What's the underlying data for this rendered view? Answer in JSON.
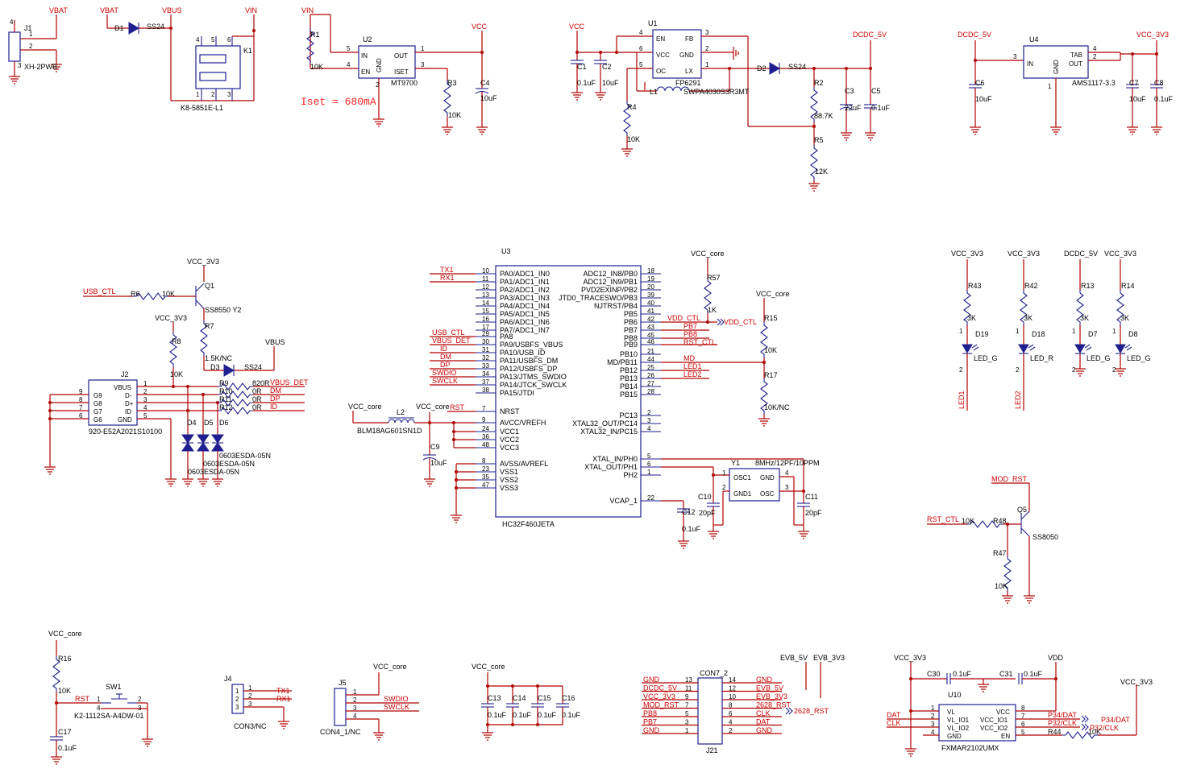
{
  "nets": {
    "vbat": "VBAT",
    "vbus": "VBUS",
    "vin": "VIN",
    "vcc": "VCC",
    "dcdc5v": "DCDC_5V",
    "vcc3v3": "VCC_3V3",
    "vcccore": "VCC_core",
    "vdd": "VDD",
    "vddctl": "VDD_CTL",
    "tx1": "TX1",
    "rx1": "RX1",
    "usbctl": "USB_CTL",
    "vbusdet": "VBUS_DET",
    "id": "ID",
    "dm": "DM",
    "dp": "DP",
    "swdio": "SWDIO",
    "swclk": "SWCLK",
    "rst": "RST",
    "pb7": "PB7",
    "pb8": "PB8",
    "rstctl": "RST_CTL",
    "md": "MD",
    "led1": "LED1",
    "led2": "LED2",
    "modrst": "MOD_RST",
    "evb5v": "EVB_5V",
    "evb3v3": "EVB_3V3",
    "rst2628": "2628_RST",
    "clk": "CLK",
    "dat": "DAT",
    "gnd": "GND",
    "p34dat": "P34/DAT",
    "p32clk": "P32/CLK"
  },
  "iset_note": "Iset = 680mA",
  "components": {
    "j1": {
      "ref": "J1",
      "value": "XH-2PWB"
    },
    "d1": {
      "ref": "D1",
      "value": "SS24"
    },
    "k1": {
      "ref": "K1",
      "value": "K8-5851E-L1"
    },
    "r1": {
      "ref": "R1",
      "value": "10K"
    },
    "u2": {
      "ref": "U2",
      "value": "MT9700",
      "pins": {
        "in": "IN",
        "en": "EN",
        "gnd": "GND",
        "out": "OUT",
        "iset": "ISET"
      }
    },
    "r3": {
      "ref": "R3",
      "value": "10K"
    },
    "c4": {
      "ref": "C4",
      "value": "10uF"
    },
    "c1": {
      "ref": "C1",
      "value": "0.1uF"
    },
    "c2": {
      "ref": "C2",
      "value": "10uF"
    },
    "u1": {
      "ref": "U1",
      "value": "FP6291",
      "pins": {
        "en": "EN",
        "vcc": "VCC",
        "oc": "OC",
        "fb": "FB",
        "gnd": "GND",
        "lx": "LX"
      }
    },
    "l1": {
      "ref": "L1",
      "value": "SWPA4030S3R3MT"
    },
    "r4": {
      "ref": "R4",
      "value": "10K"
    },
    "d2": {
      "ref": "D2",
      "value": "SS24"
    },
    "r2": {
      "ref": "R2",
      "value": "88.7K"
    },
    "r5": {
      "ref": "R5",
      "value": "12K"
    },
    "c3": {
      "ref": "C3",
      "value": "22uF"
    },
    "c5": {
      "ref": "C5",
      "value": "0.1uF"
    },
    "u4": {
      "ref": "U4",
      "value": "AMS1117-3.3",
      "pins": {
        "in": "IN",
        "gnd": "GND",
        "tab": "TAB",
        "out": "OUT"
      }
    },
    "c6": {
      "ref": "C6",
      "value": "10uF"
    },
    "c7": {
      "ref": "C7",
      "value": "10uF"
    },
    "c8": {
      "ref": "C8",
      "value": "0.1uF"
    },
    "q1": {
      "ref": "Q1",
      "value": "SS8550 Y2"
    },
    "r6": {
      "ref": "R6",
      "value": "10K"
    },
    "r7": {
      "ref": "R7",
      "value": "1.5K/NC"
    },
    "r8": {
      "ref": "R8",
      "value": "10K"
    },
    "d3": {
      "ref": "D3",
      "value": "SS24"
    },
    "r9": {
      "ref": "R9",
      "value": "820R"
    },
    "r10": {
      "ref": "R10",
      "value": "0R"
    },
    "r11": {
      "ref": "R11",
      "value": "0R"
    },
    "r12": {
      "ref": "R12",
      "value": "0R"
    },
    "j2": {
      "ref": "J2",
      "value": "920-E52A2021S10100",
      "pins": {
        "vbus": "VBUS",
        "dm": "D-",
        "dp": "D+",
        "id": "ID",
        "gnd": "GND",
        "g9": "G9",
        "g8": "G8",
        "g7": "G7",
        "g6": "G6"
      }
    },
    "d4": {
      "ref": "D4",
      "value": "0603ESDA-05N"
    },
    "d5": {
      "ref": "D5",
      "value": "0603ESDA-05N"
    },
    "d6": {
      "ref": "D6",
      "value": "0603ESDA-05N"
    },
    "u3": {
      "ref": "U3",
      "value": "HC32F460JETA"
    },
    "l2": {
      "ref": "L2",
      "value": "BLM18AG601SN1D"
    },
    "c9": {
      "ref": "C9",
      "value": "10uF"
    },
    "r57": {
      "ref": "R57",
      "value": "1K"
    },
    "r15": {
      "ref": "R15",
      "value": "10K"
    },
    "r17": {
      "ref": "R17",
      "value": "10K/NC"
    },
    "y1": {
      "ref": "Y1",
      "value": "8MHz/12PF/10PPM",
      "pins": {
        "osc1": "OSC1",
        "gnd": "GND",
        "gnd1": "GND1",
        "osc": "OSC"
      }
    },
    "c10": {
      "ref": "C10",
      "value": "20pF"
    },
    "c11": {
      "ref": "C11",
      "value": "20pF"
    },
    "c12": {
      "ref": "C12",
      "value": "0.1uF"
    },
    "r43": {
      "ref": "R43",
      "value": "3K"
    },
    "r42": {
      "ref": "R42",
      "value": "3K"
    },
    "r13": {
      "ref": "R13",
      "value": "3K"
    },
    "r14": {
      "ref": "R14",
      "value": "3K"
    },
    "d19": {
      "ref": "D19",
      "value": "LED_G"
    },
    "d18": {
      "ref": "D18",
      "value": "LED_R"
    },
    "d7": {
      "ref": "D7",
      "value": "LED_G"
    },
    "d8": {
      "ref": "D8",
      "value": "LED_G"
    },
    "q5": {
      "ref": "Q5",
      "value": "SS8050"
    },
    "r48": {
      "ref": "R48",
      "value": "10K"
    },
    "r47": {
      "ref": "R47",
      "value": "10K"
    },
    "r16": {
      "ref": "R16",
      "value": "10K"
    },
    "c17": {
      "ref": "C17",
      "value": "0.1uF"
    },
    "sw1": {
      "ref": "SW1",
      "value": "K2-1112SA-A4DW-01"
    },
    "j4": {
      "ref": "J4",
      "value": "CON3/NC"
    },
    "j5": {
      "ref": "J5",
      "value": "CON4_1/NC"
    },
    "c13": {
      "ref": "C13",
      "value": "0.1uF"
    },
    "c14": {
      "ref": "C14",
      "value": "0.1uF"
    },
    "c15": {
      "ref": "C15",
      "value": "0.1uF"
    },
    "c16": {
      "ref": "C16",
      "value": "0.1uF"
    },
    "j21": {
      "ref": "J21",
      "value": "CON7_2"
    },
    "u10": {
      "ref": "U10",
      "value": "FXMAR2102UMX",
      "pins": {
        "vl": "VL",
        "vlio1": "VL_IO1",
        "vlio2": "VL_IO2",
        "gnd": "GND",
        "vcc": "VCC",
        "vccio1": "VCC_IO1",
        "vccio2": "VCC_IO2",
        "en": "EN"
      }
    },
    "c30": {
      "ref": "C30",
      "value": "0.1uF"
    },
    "c31": {
      "ref": "C31",
      "value": "0.1uF"
    },
    "r44": {
      "ref": "R44",
      "value": "10K"
    }
  },
  "u3_left_pins": [
    {
      "num": "10",
      "name": "PA0/ADC1_IN0"
    },
    {
      "num": "11",
      "name": "PA1/ADC1_IN1"
    },
    {
      "num": "12",
      "name": "PA2/ADC1_IN2"
    },
    {
      "num": "13",
      "name": "PA3/ADC1_IN3"
    },
    {
      "num": "14",
      "name": "PA4/ADC1_IN4"
    },
    {
      "num": "15",
      "name": "PA5/ADC1_IN5"
    },
    {
      "num": "16",
      "name": "PA6/ADC1_IN6"
    },
    {
      "num": "17",
      "name": "PA7/ADC1_IN7"
    },
    {
      "num": "29",
      "name": "PA8"
    },
    {
      "num": "30",
      "name": "PA9/USBFS_VBUS"
    },
    {
      "num": "31",
      "name": "PA10/USB_ID"
    },
    {
      "num": "32",
      "name": "PA11/USBFS_DM"
    },
    {
      "num": "33",
      "name": "PA12/USBFS_DP"
    },
    {
      "num": "34",
      "name": "PA13/JTMS_SWDIO"
    },
    {
      "num": "37",
      "name": "PA14/JTCK_SWCLK"
    },
    {
      "num": "38",
      "name": "PA15/JTDI"
    },
    {
      "num": "7",
      "name": "NRST"
    },
    {
      "num": "9",
      "name": "AVCC/VREFH"
    },
    {
      "num": "24",
      "name": "VCC1"
    },
    {
      "num": "36",
      "name": "VCC2"
    },
    {
      "num": "48",
      "name": "VCC3"
    },
    {
      "num": "8",
      "name": "AVSS/AVREFL"
    },
    {
      "num": "23",
      "name": "VSS1"
    },
    {
      "num": "35",
      "name": "VSS2"
    },
    {
      "num": "47",
      "name": "VSS3"
    }
  ],
  "u3_right_pins": [
    {
      "num": "18",
      "name": "ADC12_IN8/PB0"
    },
    {
      "num": "19",
      "name": "ADC12_IN9/PB1"
    },
    {
      "num": "20",
      "name": "PVD2EXINP/PB2"
    },
    {
      "num": "39",
      "name": "JTD0_TRACESWO/PB3"
    },
    {
      "num": "40",
      "name": "NJTRST/PB4"
    },
    {
      "num": "41",
      "name": "PB5"
    },
    {
      "num": "42",
      "name": "PB6"
    },
    {
      "num": "43",
      "name": "PB7"
    },
    {
      "num": "45",
      "name": "PB8"
    },
    {
      "num": "46",
      "name": "PB9"
    },
    {
      "num": "21",
      "name": "PB10"
    },
    {
      "num": "44",
      "name": "MD/PB11"
    },
    {
      "num": "25",
      "name": "PB12"
    },
    {
      "num": "26",
      "name": "PB13"
    },
    {
      "num": "27",
      "name": "PB14"
    },
    {
      "num": "28",
      "name": "PB15"
    },
    {
      "num": "2",
      "name": "PC13"
    },
    {
      "num": "3",
      "name": "XTAL32_OUT/PC14"
    },
    {
      "num": "4",
      "name": "XTAL32_IN/PC15"
    },
    {
      "num": "5",
      "name": "XTAL_IN/PH0"
    },
    {
      "num": "6",
      "name": "XTAL_OUT/PH1"
    },
    {
      "num": "1",
      "name": "PH2"
    },
    {
      "num": "22",
      "name": "VCAP_1"
    }
  ],
  "j21_rows": [
    {
      "left_net": "GND",
      "left_pin": "13",
      "right_pin": "14",
      "right_net": "GND"
    },
    {
      "left_net": "DCDC_5V",
      "left_pin": "11",
      "right_pin": "12",
      "right_net": "EVB_5V"
    },
    {
      "left_net": "VCC_3V3",
      "left_pin": "9",
      "right_pin": "10",
      "right_net": "EVB_3V3"
    },
    {
      "left_net": "MOD_RST",
      "left_pin": "7",
      "right_pin": "8",
      "right_net": "2628_RST"
    },
    {
      "left_net": "PB8",
      "left_pin": "5",
      "right_pin": "6",
      "right_net": "CLK"
    },
    {
      "left_net": "PB7",
      "left_pin": "3",
      "right_pin": "4",
      "right_net": "DAT"
    },
    {
      "left_net": "GND",
      "left_pin": "1",
      "right_pin": "2",
      "right_net": "GND"
    }
  ]
}
